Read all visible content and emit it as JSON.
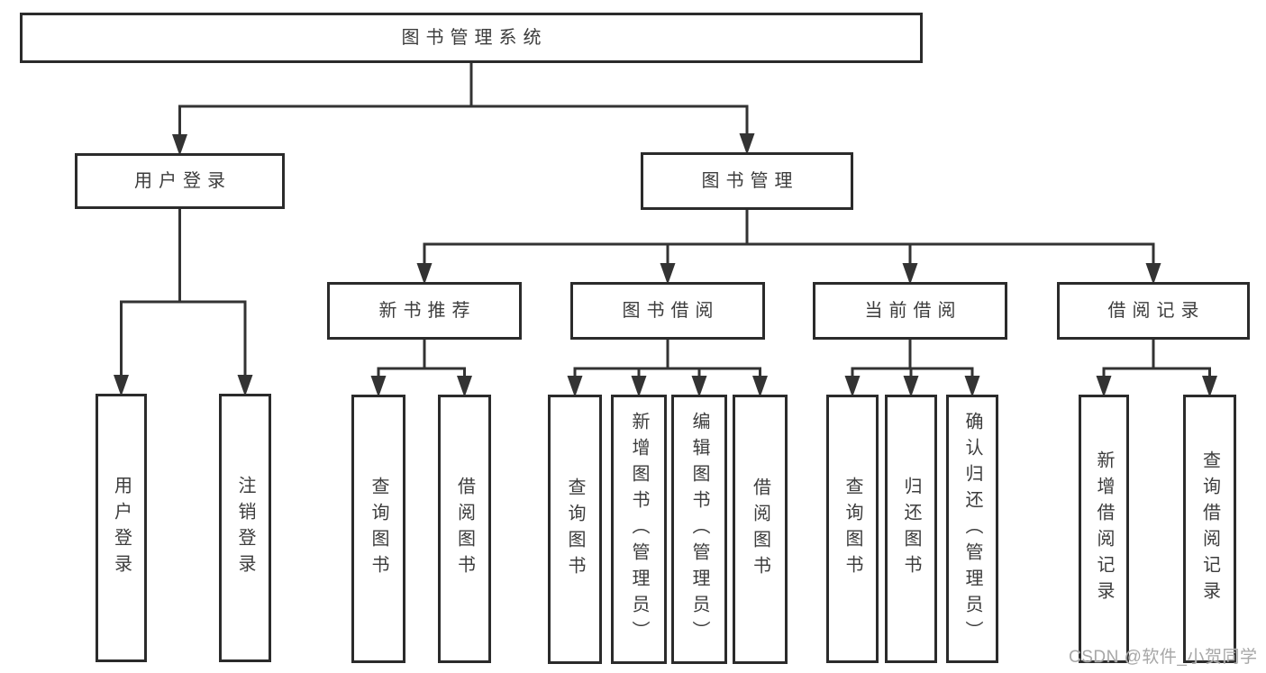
{
  "diagram": {
    "title": "图书管理系统",
    "line_color": "#333333",
    "box_border_color": "#2b2b2b",
    "text_color": "#3c3c3c",
    "nodes": [
      {
        "id": "root",
        "label": "图书管理系统"
      },
      {
        "id": "userGroup",
        "label": "用户登录"
      },
      {
        "id": "bookMgmt",
        "label": "图书管理"
      },
      {
        "id": "newRec",
        "label": "新书推荐"
      },
      {
        "id": "bookBorrow",
        "label": "图书借阅"
      },
      {
        "id": "curBorrow",
        "label": "当前借阅"
      },
      {
        "id": "recs",
        "label": "借阅记录"
      },
      {
        "id": "userLogin",
        "label": "用户登录"
      },
      {
        "id": "logout",
        "label": "注销登录"
      },
      {
        "id": "nbQuery",
        "label": "查询图书"
      },
      {
        "id": "nbBorrow",
        "label": "借阅图书"
      },
      {
        "id": "bbQuery",
        "label": "查询图书"
      },
      {
        "id": "bbAdd",
        "label": "新增图书（管理员）"
      },
      {
        "id": "bbEdit",
        "label": "编辑图书（管理员）"
      },
      {
        "id": "bbBorrow",
        "label": "借阅图书"
      },
      {
        "id": "cbQuery",
        "label": "查询图书"
      },
      {
        "id": "cbReturn",
        "label": "归还图书"
      },
      {
        "id": "cbConfirm",
        "label": "确认归还（管理员）"
      },
      {
        "id": "brAdd",
        "label": "新增借阅记录"
      },
      {
        "id": "brQuery",
        "label": "查询借阅记录"
      }
    ]
  },
  "watermark": {
    "text": "CSDN @软件_小贺同学"
  }
}
